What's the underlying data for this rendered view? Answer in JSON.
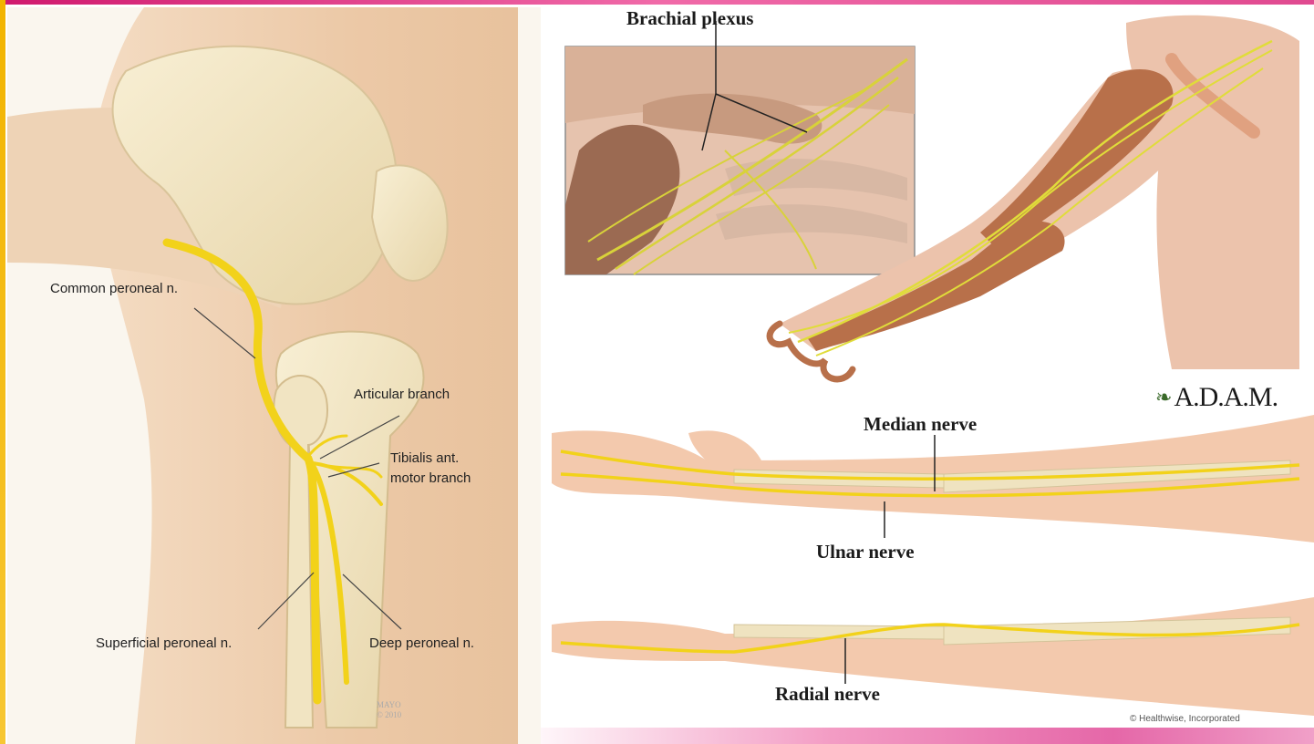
{
  "knee_panel": {
    "labels": {
      "common_peroneal": "Common peroneal n.",
      "articular_branch": "Articular branch",
      "tibialis_line1": "Tibialis ant.",
      "tibialis_line2": "motor branch",
      "superficial_peroneal": "Superficial peroneal n.",
      "deep_peroneal": "Deep peroneal n."
    },
    "watermark_line1": "MAYO",
    "watermark_line2": "© 2010"
  },
  "arm_panel": {
    "labels": {
      "brachial_plexus": "Brachial plexus",
      "median_nerve": "Median nerve",
      "ulnar_nerve": "Ulnar nerve",
      "radial_nerve": "Radial nerve"
    },
    "brand": "A.D.A.M.",
    "credit": "© Healthwise, Incorporated"
  },
  "colors": {
    "nerve": "#f2d21a",
    "bone": "#efe3c0",
    "skin": "#f3c9ad",
    "muscle": "#b8704a",
    "accent_pink": "#e04a90",
    "accent_yellow": "#f2b400"
  }
}
